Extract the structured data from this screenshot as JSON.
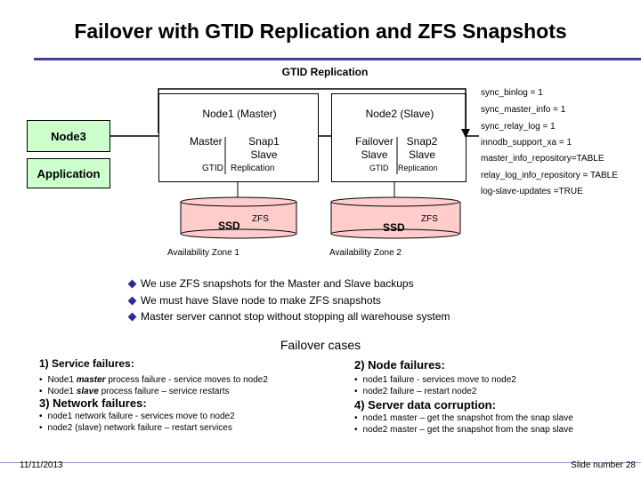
{
  "slide": {
    "title": "Failover with GTID Replication and ZFS Snapshots",
    "date": "11/11/2013",
    "slide_number": "Slide number 28"
  },
  "diagram": {
    "gtid_replication_label": "GTID Replication",
    "node3_label": "Node3",
    "application_label": "Application",
    "node1": {
      "title": "Node1 (Master)",
      "master": "Master",
      "snap1_line1": "Snap1",
      "snap1_line2": "Slave",
      "gtid": "GTID",
      "replication": "Replication"
    },
    "node2": {
      "title": "Node2 (Slave)",
      "failover_line1": "Failover",
      "failover_line2": "Slave",
      "snap2_line1": "Snap2",
      "snap2_line2": "Slave",
      "gtid": "GTID",
      "replication": "Replication"
    },
    "disk1": {
      "label": "SSD",
      "zfs": "ZFS",
      "zone": "Availability Zone 1"
    },
    "disk2": {
      "label": "SSD",
      "zfs": "ZFS",
      "zone": "Availability Zone 2"
    },
    "settings": [
      "sync_binlog = 1",
      "sync_master_info = 1",
      "sync_relay_log = 1",
      "innodb_support_xa = 1",
      "master_info_repository=TABLE",
      "relay_log_info_repository = TABLE",
      "log-slave-updates =TRUE"
    ]
  },
  "bullets": [
    "We use ZFS snapshots for the Master and Slave backups",
    "We must have Slave node to make ZFS snapshots",
    "Master server cannot stop without stopping all warehouse system"
  ],
  "failover": {
    "heading": "Failover cases",
    "sections": [
      {
        "title": "1) Service failures:",
        "items": [
          [
            "Node1 ",
            "master",
            " process failure - service moves to node2"
          ],
          [
            "Node1 ",
            "slave",
            " process failure – service restarts"
          ]
        ]
      },
      {
        "title": "2) Node failures:",
        "items": [
          [
            "node1 failure - services move to node2"
          ],
          [
            "node2 failure – restart node2"
          ]
        ]
      },
      {
        "title": "3) Network failures:",
        "items": [
          [
            "node1 network failure - services move to node2"
          ],
          [
            "node2 (slave) network failure – restart services"
          ]
        ]
      },
      {
        "title": "4) Server data corruption:",
        "items": [
          [
            "node1 master – get the snapshot from the snap slave"
          ],
          [
            "node2 master – get the snapshot from the snap slave"
          ]
        ]
      }
    ]
  }
}
